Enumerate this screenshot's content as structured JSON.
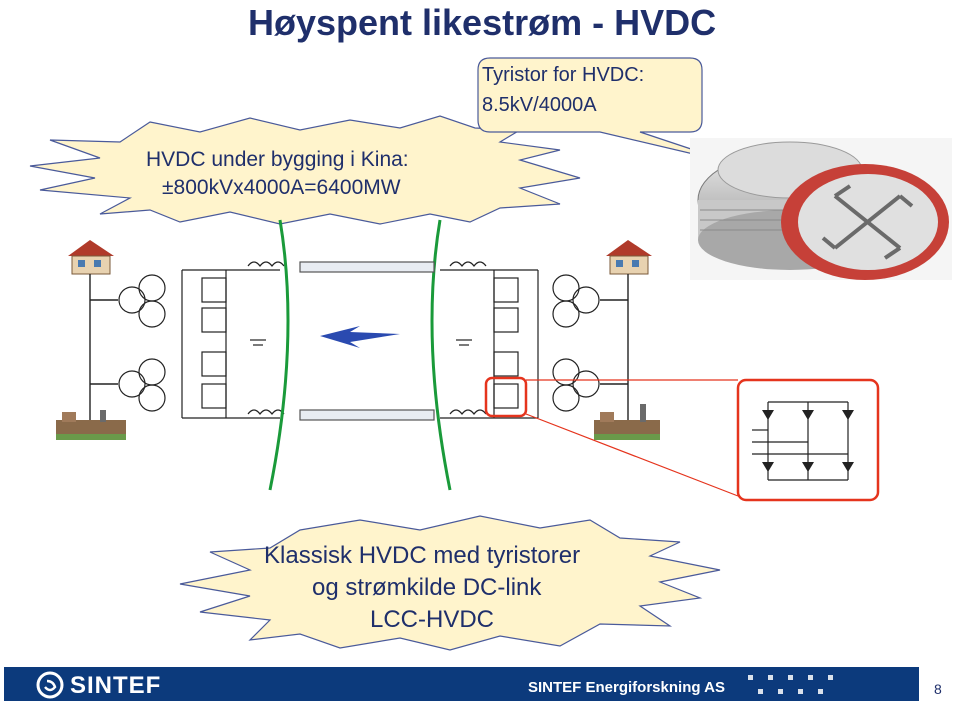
{
  "title": "Høyspent likestrøm - HVDC",
  "callout_left": {
    "line1": "HVDC under bygging i Kina:",
    "line2": "±800kVx4000A=6400MW"
  },
  "callout_right": {
    "line1": "Tyristor for HVDC:",
    "line2": "8.5kV/4000A"
  },
  "callout_bottom": {
    "line1": "Klassisk HVDC med tyristorer",
    "line2": "og strømkilde DC-link",
    "line3": "LCC-HVDC"
  },
  "footer": {
    "brand": "SINTEF",
    "company": "SINTEF Energiforskning AS",
    "page": "8"
  },
  "colors": {
    "title": "#1f2f6b",
    "callout_fill": "#fff4cc",
    "footer_bar": "#0c3a7c",
    "highlight": "#e5341d",
    "tunnel": "#1a9a3a"
  }
}
